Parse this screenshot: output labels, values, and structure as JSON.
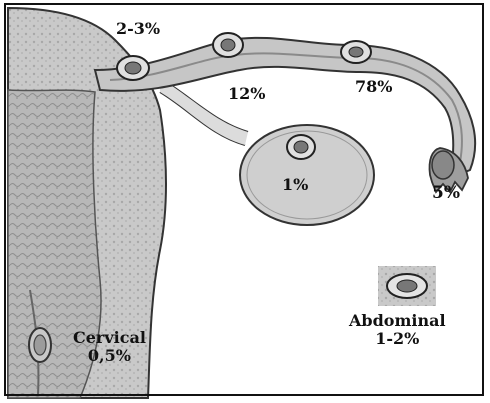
{
  "labels": {
    "interstitial": "2-3%",
    "isthmic": "12%",
    "ampullary": "78%",
    "ovarian": "1%",
    "fimbrial": "5%",
    "cervical_name": "Cervical",
    "cervical_pct": "0,5%",
    "abdominal_name": "Abdominal",
    "abdominal_pct": "1-2%"
  },
  "colors": {
    "tissue": "#d2d2d2",
    "tissue_dark": "#9a9a9a",
    "outline": "#333333",
    "text": "#111111"
  }
}
